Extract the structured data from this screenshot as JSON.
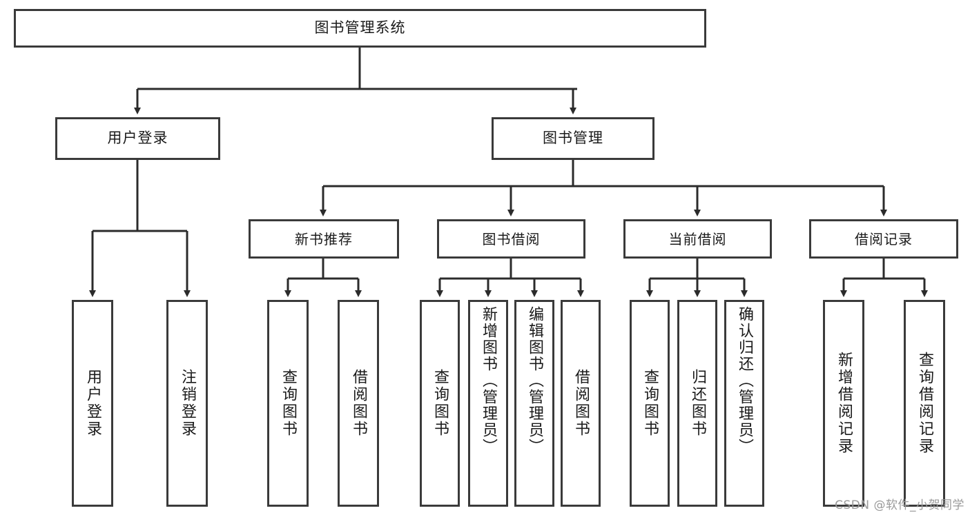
{
  "diagram": {
    "title": "图书管理系统",
    "root": {
      "label": "图书管理系统"
    },
    "level1": [
      {
        "label": "用户登录"
      },
      {
        "label": "图书管理"
      }
    ],
    "level2": [
      {
        "label": "新书推荐"
      },
      {
        "label": "图书借阅"
      },
      {
        "label": "当前借阅"
      },
      {
        "label": "借阅记录"
      }
    ],
    "leaves": {
      "user_login": [
        {
          "label": "用户登录"
        },
        {
          "label": "注销登录"
        }
      ],
      "new_book_recommend": [
        {
          "label": "查询图书"
        },
        {
          "label": "借阅图书"
        }
      ],
      "book_borrow": [
        {
          "label": "查询图书"
        },
        {
          "label": "新增图书（管理员）"
        },
        {
          "label": "编辑图书（管理员）"
        },
        {
          "label": "借阅图书"
        }
      ],
      "current_borrow": [
        {
          "label": "查询图书"
        },
        {
          "label": "归还图书"
        },
        {
          "label": "确认归还（管理员）"
        }
      ],
      "borrow_record": [
        {
          "label": "新增借阅记录"
        },
        {
          "label": "查询借阅记录"
        }
      ]
    }
  },
  "watermark": {
    "text": "CSDN @软件_小贺同学"
  },
  "colors": {
    "background": "#ffffff",
    "box_border": "#3a3a3a",
    "connector": "#2b2b2b",
    "text": "#1a1a1a",
    "watermark": "#9a9a9a"
  }
}
